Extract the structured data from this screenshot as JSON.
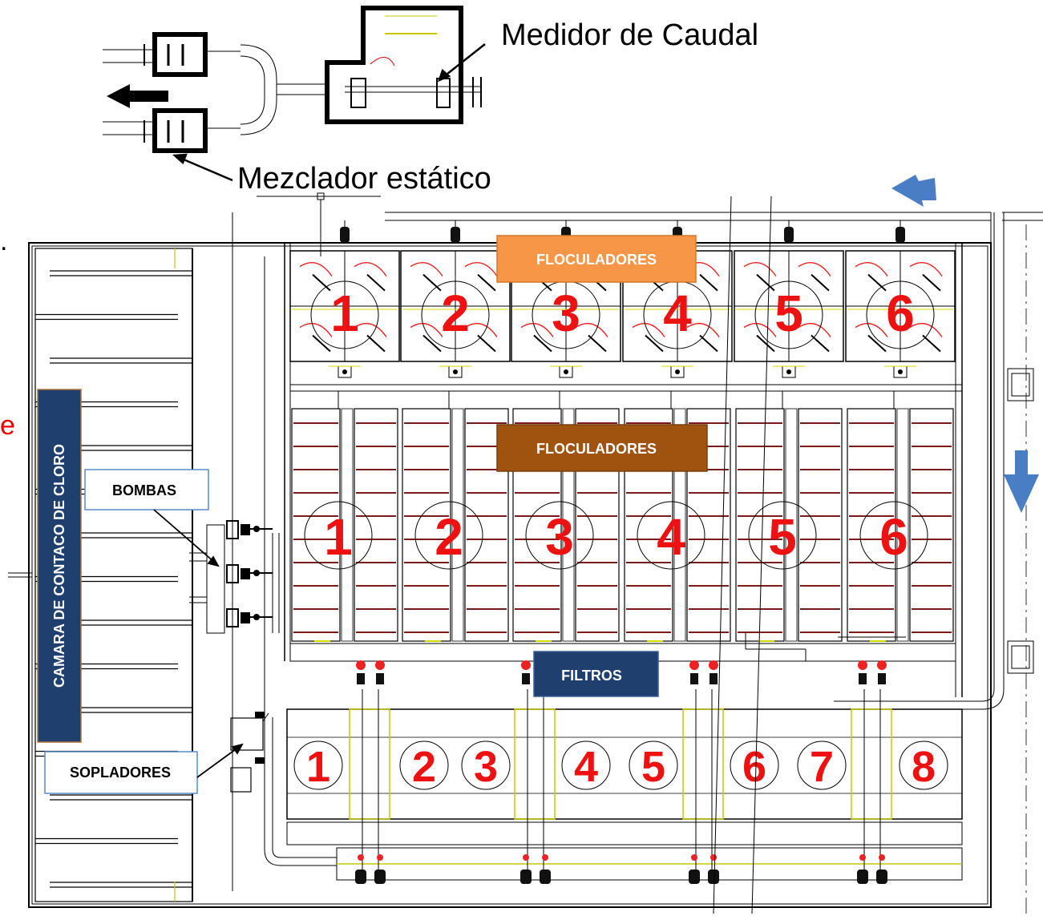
{
  "annotations": {
    "flow_meter": "Medidor de Caudal",
    "static_mixer": "Mezclador estático"
  },
  "labels": {
    "flocculators_top": "FLOCULADORES",
    "flocculators_mid": "FLOCULADORES",
    "filters": "FILTROS",
    "pumps": "BOMBAS",
    "blowers": "SOPLADORES",
    "chlorine_chamber": "CAMARA DE CONTACO DE CLORO"
  },
  "colors": {
    "flocculators_top_bg": "#f79646",
    "flocculators_mid_bg": "#a0520f",
    "filters_bg": "#1f3f6e",
    "chlorine_bg": "#1f3f6e",
    "number_red": "#ee1111",
    "arrow_blue": "#4a7ec4"
  },
  "units": {
    "top_flocculators": [
      "1",
      "2",
      "3",
      "4",
      "5",
      "6"
    ],
    "mid_flocculators": [
      "1",
      "2",
      "3",
      "4",
      "5",
      "6"
    ],
    "filters": [
      "1",
      "2",
      "3",
      "4",
      "5",
      "6",
      "7",
      "8"
    ]
  },
  "edge_text": {
    "left_dot": ".",
    "left_red_letter": "e"
  }
}
